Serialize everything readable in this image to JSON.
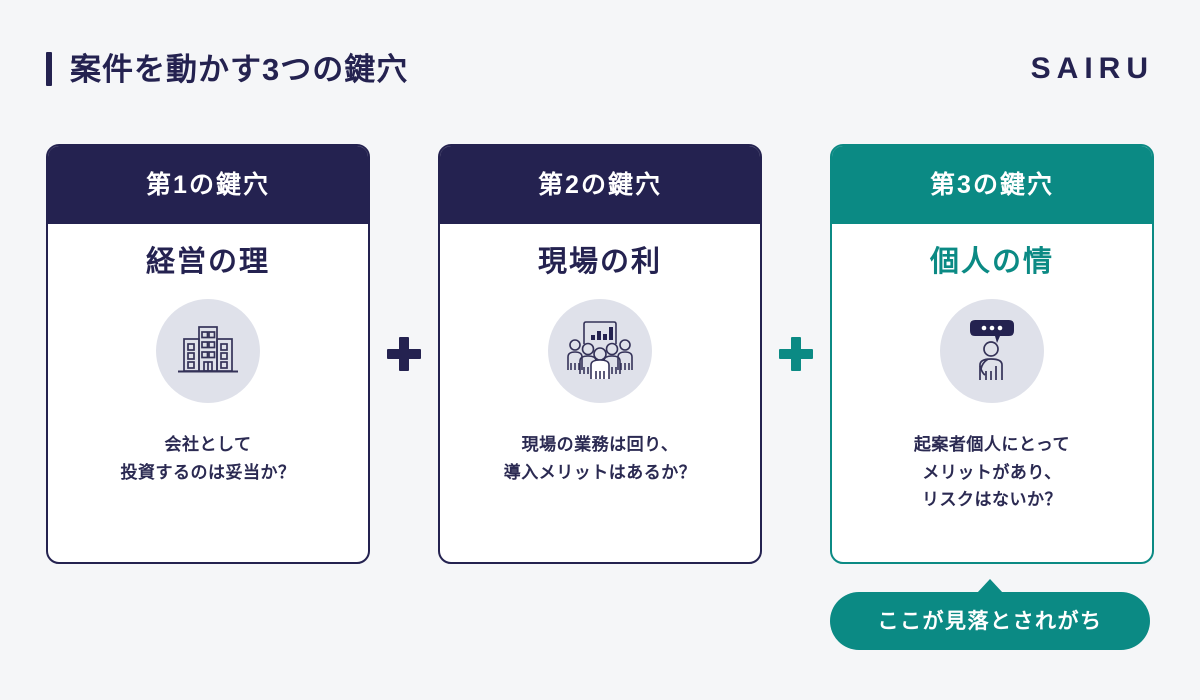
{
  "header": {
    "title": "案件を動かす3つの鍵穴",
    "brand": "SAIRU",
    "accent_navy": "#242250",
    "accent_teal": "#0b8a84"
  },
  "cards": [
    {
      "header_label": "第1の鍵穴",
      "title": "経営の理",
      "icon": "office-building-icon",
      "desc_line1": "会社として",
      "desc_line2": "投資するのは妥当か？",
      "theme": "navy"
    },
    {
      "header_label": "第2の鍵穴",
      "title": "現場の利",
      "icon": "team-with-chart-icon",
      "desc_line1": "現場の業務は回り、",
      "desc_line2": "導入メリットはあるか？",
      "theme": "navy"
    },
    {
      "header_label": "第3の鍵穴",
      "title": "個人の情",
      "icon": "person-speech-bubble-icon",
      "desc_line1": "起案者個人にとって",
      "desc_line2": "メリットがあり、",
      "desc_line3": "リスクはないか？",
      "theme": "teal"
    }
  ],
  "connectors": [
    {
      "symbol": "plus-icon",
      "theme": "navy"
    },
    {
      "symbol": "plus-icon",
      "theme": "teal"
    }
  ],
  "callout": {
    "text": "ここが見落とされがち",
    "color": "#0b8a84"
  }
}
